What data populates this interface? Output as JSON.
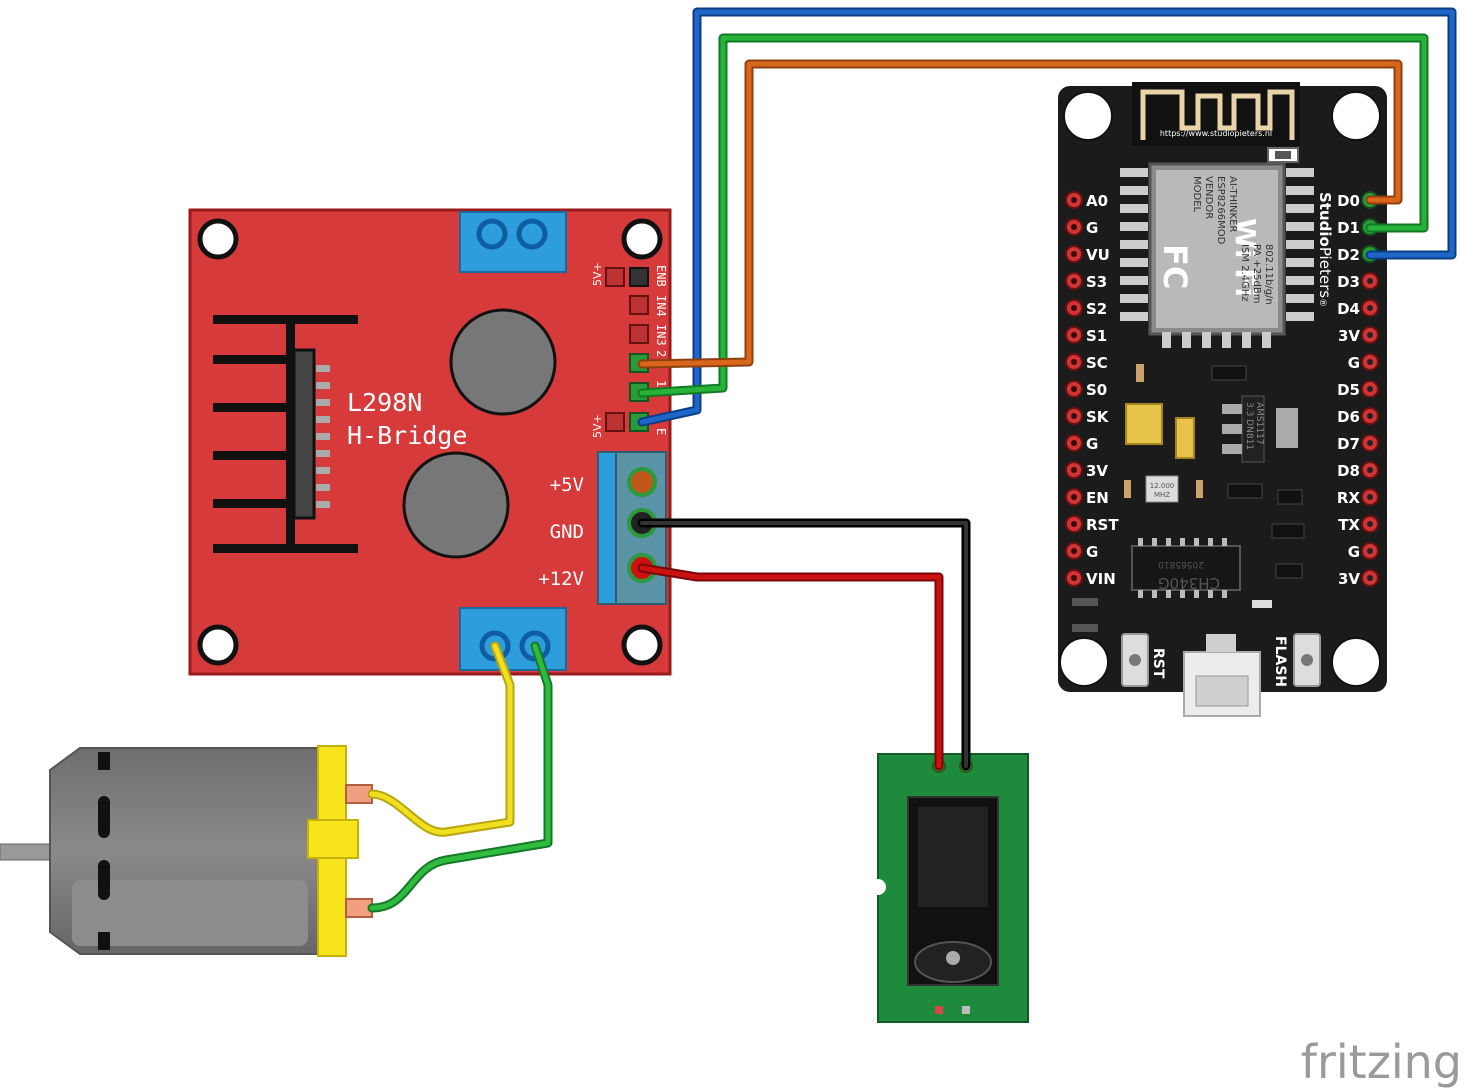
{
  "hbridge": {
    "title_line1": "L298N",
    "title_line2": "H-Bridge",
    "label_5v": "+5V",
    "label_gnd": "GND",
    "label_12v": "+12V",
    "jumper_top": "5V+",
    "jumper_bottom": "5V+",
    "pin_enb": "ENB",
    "pin_in4": "IN4",
    "pin_in3": "IN3",
    "pin_in2": "2",
    "pin_in1": "1",
    "pin_ena": "E"
  },
  "nodemcu": {
    "url": "https://www.studiopieters.nl",
    "brand_bold": "Studio",
    "brand_light": "Pieters",
    "brand_mark": "®",
    "left_pins": [
      "A0",
      "G",
      "VU",
      "S3",
      "S2",
      "S1",
      "SC",
      "S0",
      "SK",
      "G",
      "3V",
      "EN",
      "RST",
      "G",
      "VIN"
    ],
    "right_pins": [
      "D0",
      "D1",
      "D2",
      "D3",
      "D4",
      "3V",
      "G",
      "D5",
      "D6",
      "D7",
      "D8",
      "RX",
      "TX",
      "G",
      "3V"
    ],
    "module_text": [
      "MODEL",
      "VENDOR",
      "ESP8266MOD",
      "AI-THINKER",
      "ISM  2.4GHz",
      "PA  +25dBm",
      "802.11b/g/n"
    ],
    "fc_mark": "FC",
    "wifi_mark": "Wi Fi",
    "regulator_text": [
      "AMS1117",
      "3.3  DN811"
    ],
    "crystal_text": [
      "12.000",
      "MHZ"
    ],
    "usb_chip_text": [
      "CH340G",
      "20565810"
    ],
    "button_rst": "RST",
    "button_flash": "FLASH"
  },
  "watermark": "fritzing",
  "colors": {
    "wire_blue": "#1f66c8",
    "wire_green": "#27b33a",
    "wire_orange": "#d9661b",
    "wire_red": "#cc1111",
    "wire_black": "#111111",
    "wire_yellow": "#f0e020",
    "wire_motor_green": "#2fbb3f",
    "hbridge_board": "#d73a3a",
    "terminal": "#2e9ddb",
    "nodemcu_board": "#1b1b1b",
    "pin_red": "#d03434",
    "jack_board": "#1e8a3c",
    "motor_body": "#787878",
    "motor_cap": "#f7e41a"
  }
}
